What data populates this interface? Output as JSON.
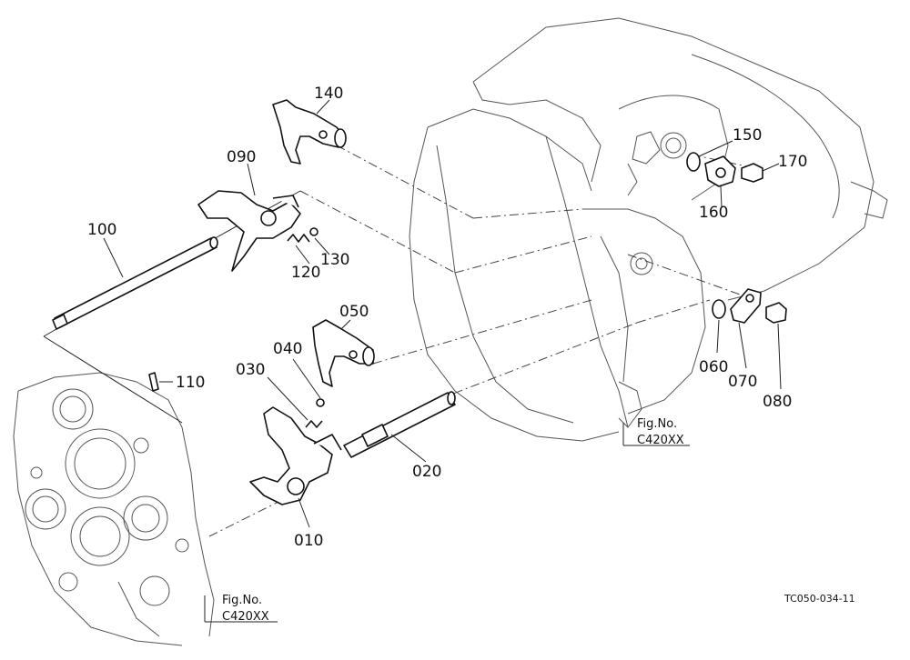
{
  "diagram": {
    "callouts": {
      "p010": "010",
      "p020": "020",
      "p030": "030",
      "p040": "040",
      "p050": "050",
      "p060": "060",
      "p070": "070",
      "p080": "080",
      "p090": "090",
      "p100": "100",
      "p110": "110",
      "p120": "120",
      "p130": "130",
      "p140": "140",
      "p150": "150",
      "p160": "160",
      "p170": "170"
    },
    "fig_refs": [
      {
        "title": "Fig.No.",
        "code": "C420XX"
      },
      {
        "title": "Fig.No.",
        "code": "C420XX"
      }
    ],
    "drawing_code": "TC050-034-11"
  }
}
